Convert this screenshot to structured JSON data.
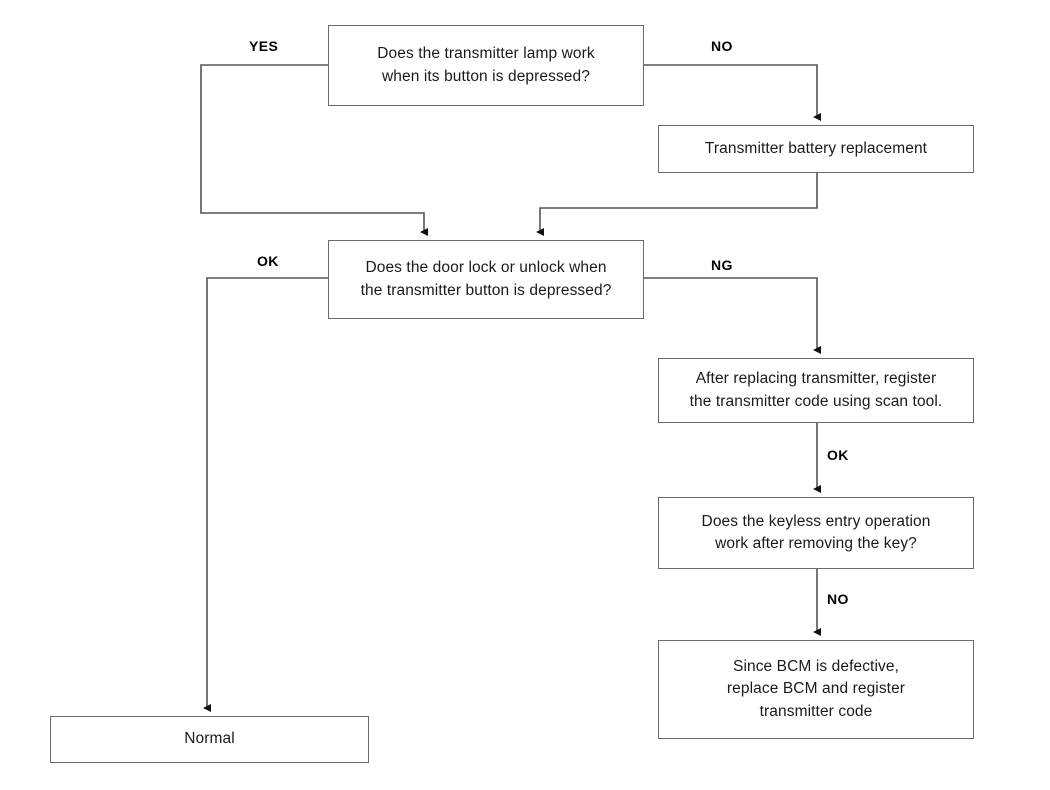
{
  "diagram": {
    "title": "Transmitter / keyless entry diagnostic flowchart",
    "background_color": "#ffffff",
    "box_border_color": "#6b6b6b",
    "line_color": "#555555",
    "text_color": "#1a1a1a"
  },
  "nodes": {
    "lamp": {
      "id": "lamp-check",
      "type": "decision",
      "text": "Does the transmitter lamp work\nwhen its button is depressed?"
    },
    "battery": {
      "id": "battery-replacement",
      "type": "process",
      "text": "Transmitter battery replacement"
    },
    "doorlock": {
      "id": "door-lock-check",
      "type": "decision",
      "text": "Does the door lock or unlock when\nthe transmitter button is depressed?"
    },
    "replace": {
      "id": "replace-transmitter",
      "type": "process",
      "text": "After replacing transmitter, register\nthe transmitter code using scan tool."
    },
    "keyless": {
      "id": "keyless-entry-check",
      "type": "decision",
      "text": "Does the keyless entry operation\nwork after removing the key?"
    },
    "bcm": {
      "id": "replace-bcm",
      "type": "process",
      "text": "Since BCM is defective,\nreplace BCM and register\ntransmitter code"
    },
    "normal": {
      "id": "normal-terminal",
      "type": "terminal",
      "text": "Normal"
    }
  },
  "edge_labels": {
    "yes": "YES",
    "no": "NO",
    "ok1": "OK",
    "ng": "NG",
    "ok2": "OK",
    "no2": "NO"
  },
  "edges": [
    {
      "from": "lamp",
      "to": "doorlock",
      "label": "YES"
    },
    {
      "from": "lamp",
      "to": "battery",
      "label": "NO"
    },
    {
      "from": "battery",
      "to": "doorlock",
      "label": ""
    },
    {
      "from": "doorlock",
      "to": "normal",
      "label": "OK"
    },
    {
      "from": "doorlock",
      "to": "replace",
      "label": "NG"
    },
    {
      "from": "replace",
      "to": "keyless",
      "label": "OK"
    },
    {
      "from": "keyless",
      "to": "bcm",
      "label": "NO"
    }
  ]
}
